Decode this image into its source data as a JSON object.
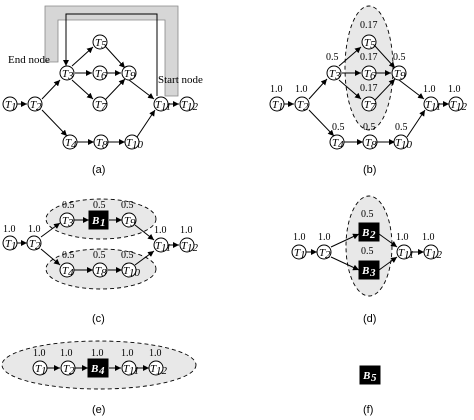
{
  "panel_a": {
    "caption": "(a)",
    "end_node_label": "End node",
    "start_node_label": "Start node",
    "nodes": [
      "T",
      "T",
      "T",
      "T",
      "T",
      "T",
      "T",
      "T",
      "T",
      "T",
      "T",
      "T"
    ],
    "subs": [
      "1",
      "2",
      "3",
      "4",
      "5",
      "6",
      "7",
      "8",
      "9",
      "10",
      "11",
      "12"
    ]
  },
  "panel_b": {
    "caption": "(b)",
    "w_t1": "1.0",
    "w_t2": "1.0",
    "w_t3": "0.5",
    "w_t4": "0.5",
    "w_t5": "0.17",
    "w_t6": "0.17",
    "w_t7": "0.17",
    "w_t8": "0.5",
    "w_t9": "0.5",
    "w_t10": "0.5",
    "w_t11": "1.0",
    "w_t12": "1.0"
  },
  "panel_c": {
    "caption": "(c)",
    "w_t1": "1.0",
    "w_t2": "1.0",
    "w_t3": "0.5",
    "w_b1": "0.5",
    "w_t9": "0.5",
    "w_t4": "0.5",
    "w_t8": "0.5",
    "w_t10": "0.5",
    "w_t11": "1.0",
    "w_t12": "1.0",
    "block": "B",
    "block_sub": "1"
  },
  "panel_d": {
    "caption": "(d)",
    "w_t1": "1.0",
    "w_t2": "1.0",
    "w_b2": "0.5",
    "w_b3": "0.5",
    "w_t11": "1.0",
    "w_t12": "1.0",
    "block_b2": "B",
    "block_b2_sub": "2",
    "block_b3": "B",
    "block_b3_sub": "3"
  },
  "panel_e": {
    "caption": "(e)",
    "w_t1": "1.0",
    "w_t2": "1.0",
    "w_b4": "1.0",
    "w_t11": "1.0",
    "w_t12": "1.0",
    "block": "B",
    "block_sub": "4"
  },
  "panel_f": {
    "caption": "(f)",
    "block": "B",
    "block_sub": "5"
  }
}
